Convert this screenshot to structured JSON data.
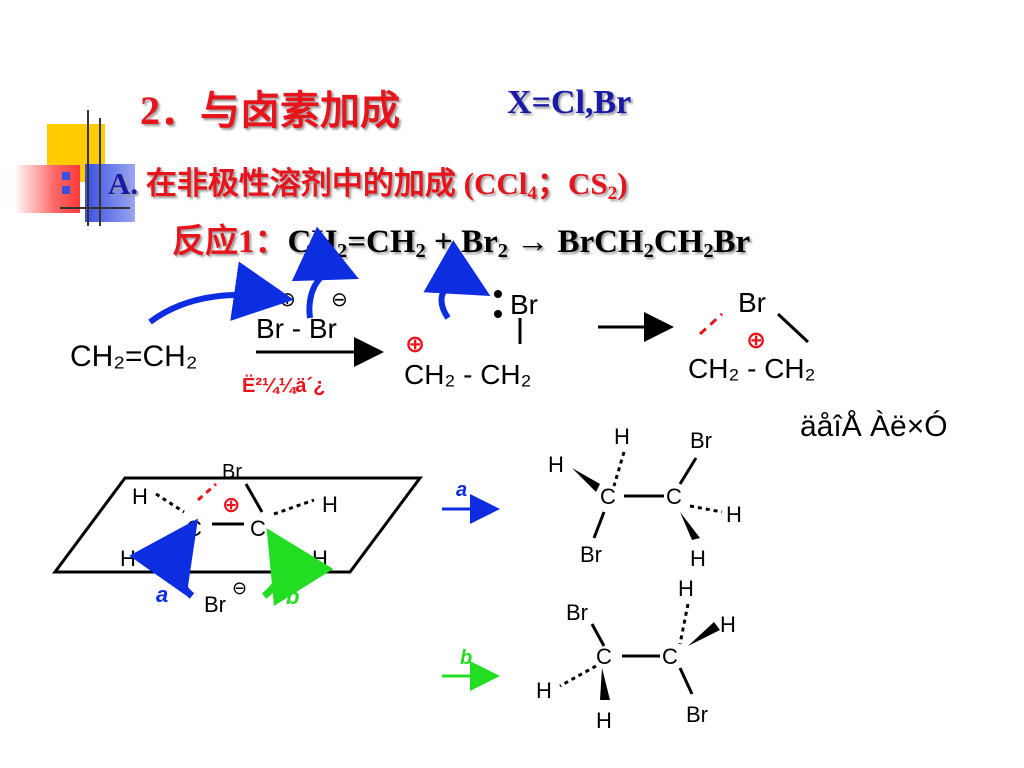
{
  "heading": {
    "number": "2．",
    "title": "与卤素加成",
    "halogens": "X=Cl,Br"
  },
  "subheading": {
    "letter": "A.",
    "text1": "在非极性溶剂",
    "text2": "中的加成",
    "solvents": "(CCl",
    "s4": "4",
    "sep": "；CS",
    "s2": "2",
    "close": ")"
  },
  "reaction": {
    "label": "反应1：",
    "ch": "CH",
    "two": "2",
    "eq": "=CH",
    "plus_br": " + Br",
    "arrow": " → ",
    "prod1": "BrCH",
    "prod2": "CH",
    "prod3": "Br"
  },
  "mechanism": {
    "ethylene": "CH₂=CH₂",
    "bromine": "Br - Br",
    "garbled_reagent": "Ë²¼¼ä´¿",
    "intermediate_br": "Br",
    "intermediate_chain": "CH₂ - CH₂",
    "bromonium_br": "Br",
    "bromonium_chain": "CH₂ - CH₂",
    "garbled_label": "äåîÅ Àë×Ó",
    "plus": "⊕",
    "minus": "⊖"
  },
  "stereo": {
    "br": "Br",
    "h": "H",
    "c": "C",
    "path_a": "a",
    "path_b": "b",
    "anion_br": "Br",
    "anion_minus": "⊖"
  },
  "colors": {
    "title_red": "#e8141c",
    "navy": "#1a1aa8",
    "arrow_blue": "#0d2ee0",
    "green": "#22dd22",
    "deco_yellow": "#ffcc00",
    "deco_pink": "#ff6a6a",
    "deco_blue": "#3b4fe0"
  }
}
